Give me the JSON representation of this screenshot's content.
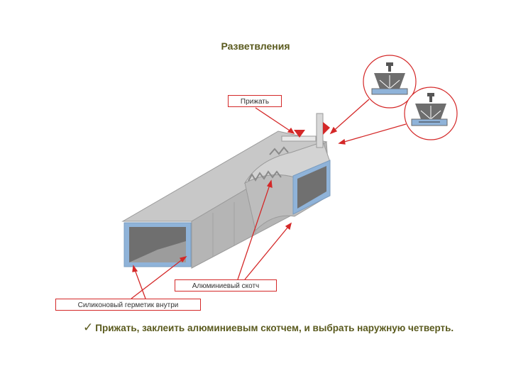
{
  "title": "Разветвления",
  "labels": {
    "press": "Прижать",
    "aluminum_tape": "Алюминиевый скотч",
    "silicone_sealant": "Силиконовый герметик внутри"
  },
  "note": {
    "check_icon": "checkmark-icon",
    "text": "Прижать, заклеить алюминиевым скотчем, и выбрать наружную четверть."
  },
  "colors": {
    "accent": "#d42828",
    "text": "#5a5a1e",
    "duct": "#b9b9b9",
    "duct_edge": "#8fb3d9"
  }
}
